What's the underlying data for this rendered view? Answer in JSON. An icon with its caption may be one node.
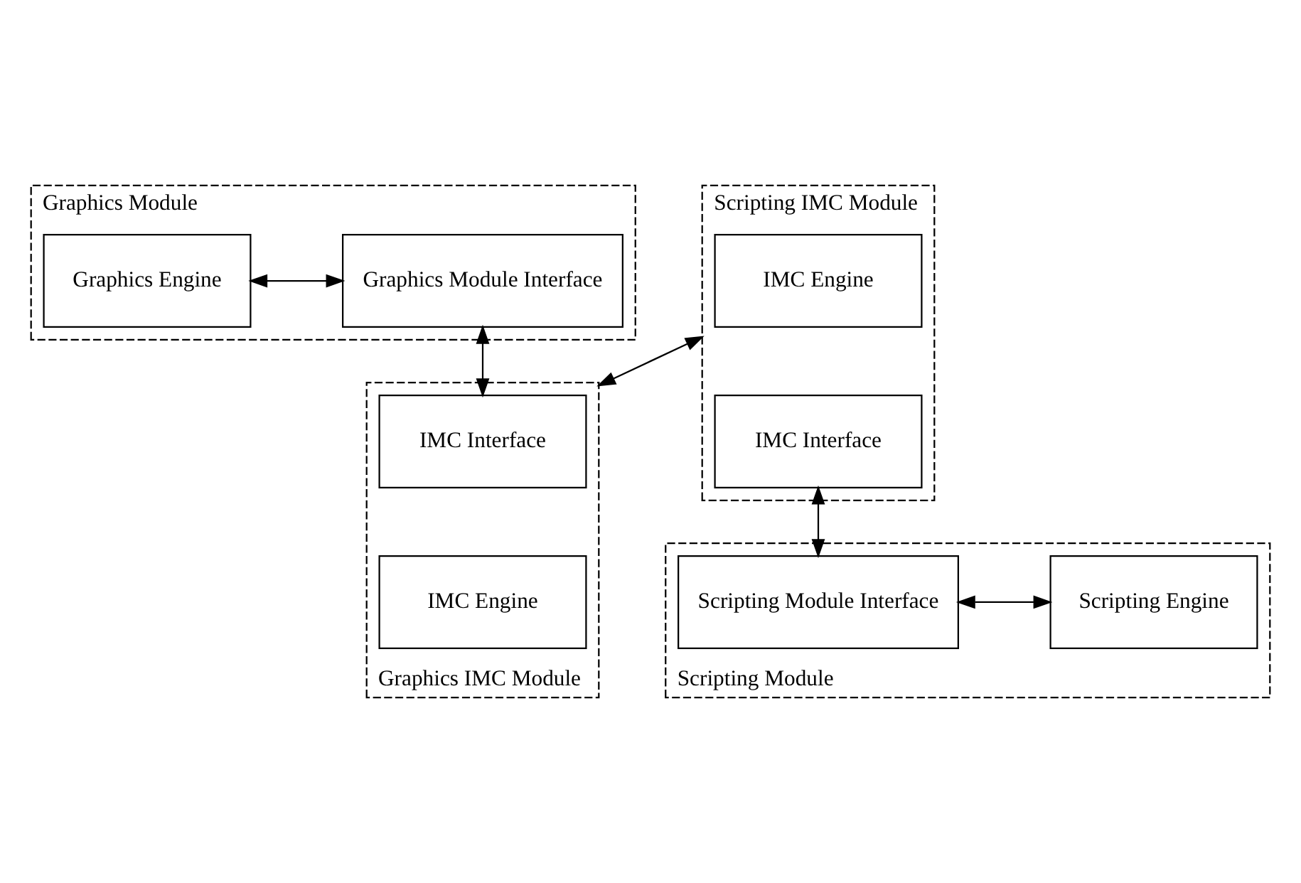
{
  "diagram": {
    "nodes": [
      {
        "text": [
          "Graphics Module"
        ]
      },
      {
        "text": [
          "Graphics Engine"
        ],
        "in": 0
      },
      {
        "text": [
          "Graphics Module Interface"
        ],
        "in": 0
      },
      {
        "text": [
          "Scripting IMC Module"
        ]
      },
      {
        "text": [
          "IMC Engine"
        ],
        "in": 3
      },
      {
        "text": [
          "IMC Interface"
        ],
        "in": 3
      },
      {
        "text": [
          "Graphics IMC Module"
        ]
      },
      {
        "text": [
          "IMC Interface"
        ],
        "in": 6
      },
      {
        "text": [
          "IMC Engine"
        ],
        "in": 6
      },
      {
        "text": [
          "Scripting Module"
        ]
      },
      {
        "text": [
          "Scripting Module Interface"
        ],
        "in": 9
      },
      {
        "text": [
          "Scripting Engine"
        ],
        "in": 9
      }
    ],
    "edges": [
      {
        "from": 1,
        "to": 2,
        "arrow": "both"
      },
      {
        "from": 2,
        "to": 7,
        "arrow": "both"
      },
      {
        "from": 3,
        "to": 6,
        "arrow": "both"
      },
      {
        "from": 5,
        "to": 10,
        "arrow": "both"
      },
      {
        "from": 10,
        "to": 11,
        "arrow": "both"
      }
    ]
  }
}
